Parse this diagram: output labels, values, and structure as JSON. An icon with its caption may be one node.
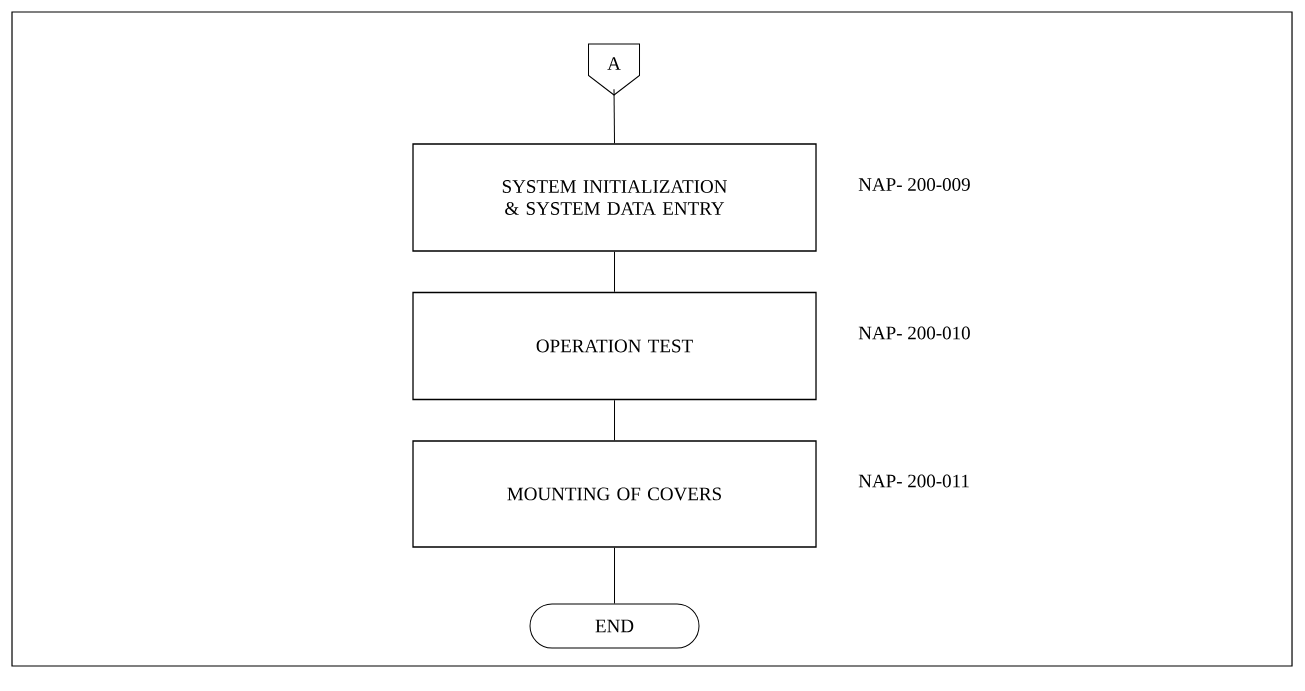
{
  "diagram": {
    "nodes": [
      {
        "text": [
          "A"
        ]
      },
      {
        "text": [
          "SYSTEM INITIALIZATION & SYSTEM DATA ENTRY"
        ],
        "beside": [
          "NAP- 200-009"
        ]
      },
      {
        "text": [
          "OPERATION TEST"
        ],
        "beside": [
          "NAP- 200-010"
        ]
      },
      {
        "text": [
          "MOUNTING OF COVERS"
        ],
        "beside": [
          "NAP- 200-011"
        ]
      },
      {
        "text": [
          "END"
        ]
      }
    ],
    "edges": [
      {
        "from": 0,
        "to": 1,
        "arrow": "none"
      },
      {
        "from": 1,
        "to": 2,
        "arrow": "none"
      },
      {
        "from": 2,
        "to": 3,
        "arrow": "none"
      },
      {
        "from": 3,
        "to": 4,
        "arrow": "none"
      }
    ]
  }
}
